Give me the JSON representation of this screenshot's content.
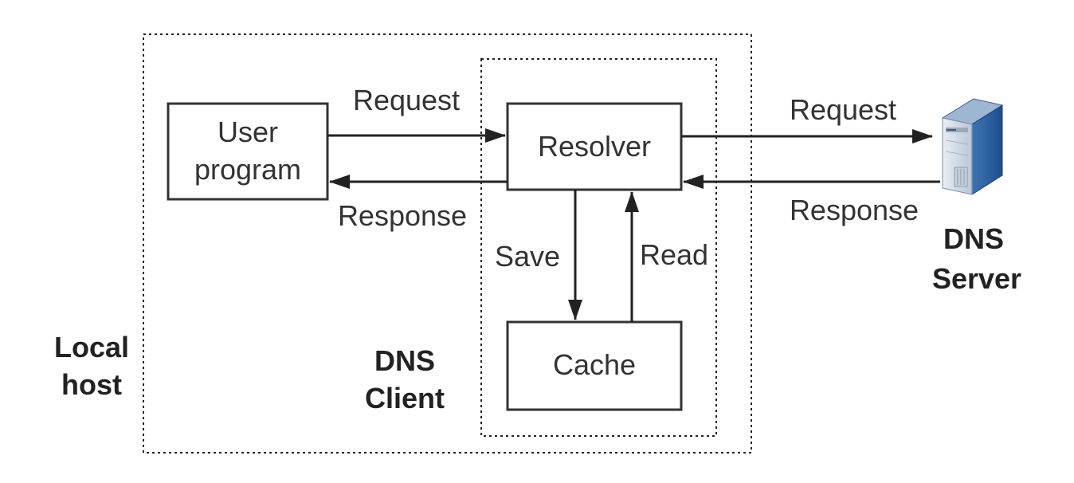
{
  "local_host": {
    "line1": "Local",
    "line2": "host"
  },
  "dns_client": {
    "line1": "DNS",
    "line2": "Client"
  },
  "user_program": {
    "line1": "User",
    "line2": "program"
  },
  "resolver": {
    "label": "Resolver"
  },
  "cache": {
    "label": "Cache"
  },
  "dns_server": {
    "line1": "DNS",
    "line2": "Server",
    "icon": "server-icon"
  },
  "edges": {
    "user_to_resolver": "Request",
    "resolver_to_user": "Response",
    "resolver_to_server": "Request",
    "server_to_resolver": "Response",
    "resolver_to_cache": "Save",
    "cache_to_resolver": "Read"
  }
}
